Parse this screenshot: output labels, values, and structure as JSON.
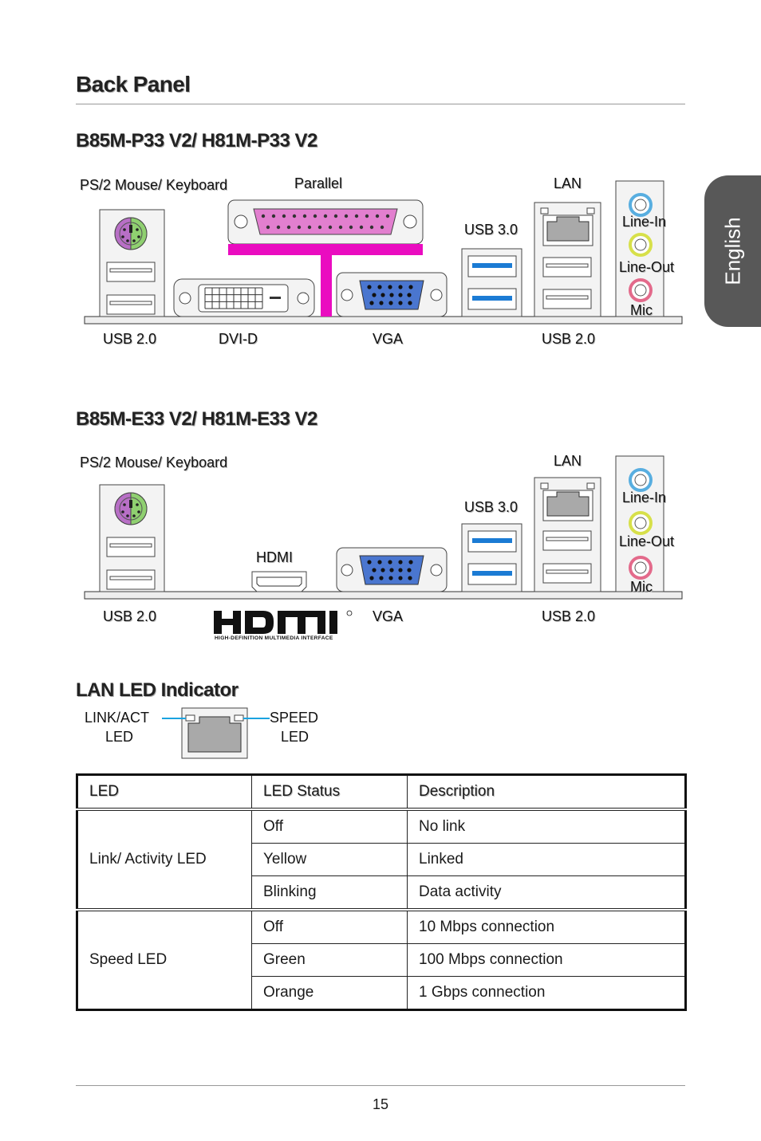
{
  "page": {
    "title": "Back Panel",
    "side_tab": "English",
    "page_number": "15"
  },
  "panel1": {
    "title": "B85M-P33 V2/ H81M-P33 V2",
    "labels": {
      "ps2": "PS/2 Mouse/ Keyboard",
      "parallel": "Parallel",
      "lan": "LAN",
      "usb3": "USB 3.0",
      "line_in": "Line-In",
      "line_out": "Line-Out",
      "mic": "Mic",
      "usb2_left": "USB 2.0",
      "dvid": "DVI-D",
      "vga": "VGA",
      "usb2_right": "USB 2.0"
    }
  },
  "panel2": {
    "title": "B85M-E33 V2/ H81M-E33 V2",
    "labels": {
      "ps2": "PS/2 Mouse/ Keyboard",
      "lan": "LAN",
      "usb3": "USB 3.0",
      "line_in": "Line-In",
      "line_out": "Line-Out",
      "mic": "Mic",
      "hdmi": "HDMI",
      "usb2_left": "USB 2.0",
      "vga": "VGA",
      "usb2_right": "USB 2.0"
    },
    "hdmi_logo_tagline": "HIGH-DEFINITION MULTIMEDIA INTERFACE"
  },
  "lan_led": {
    "title": "LAN LED Indicator",
    "link_label_1": "LINK/ACT",
    "link_label_2": "LED",
    "speed_label_1": "SPEED",
    "speed_label_2": "LED",
    "leader_color": "#1aa3e0"
  },
  "table": {
    "headers": [
      "LED",
      "LED Status",
      "Description"
    ],
    "groups": [
      {
        "led": "Link/ Activity LED",
        "rows": [
          [
            "Off",
            "No link"
          ],
          [
            "Yellow",
            "Linked"
          ],
          [
            "Blinking",
            "Data activity"
          ]
        ]
      },
      {
        "led": "Speed LED",
        "rows": [
          [
            "Off",
            "10 Mbps connection"
          ],
          [
            "Green",
            "100 Mbps connection"
          ],
          [
            "Orange",
            "1 Gbps connection"
          ]
        ]
      }
    ]
  },
  "colors": {
    "usb3_blue": "#1b7bd4",
    "parallel_pink": "#e27fcf",
    "ps2_purple": "#b86fc6",
    "ps2_green": "#8fd070",
    "vga_blue": "#4a76cf",
    "line_in": "#58aee0",
    "line_out": "#d7e04a",
    "mic": "#e36a8b",
    "magenta_bar": "#ea0cc0",
    "side_tab": "#585858"
  }
}
